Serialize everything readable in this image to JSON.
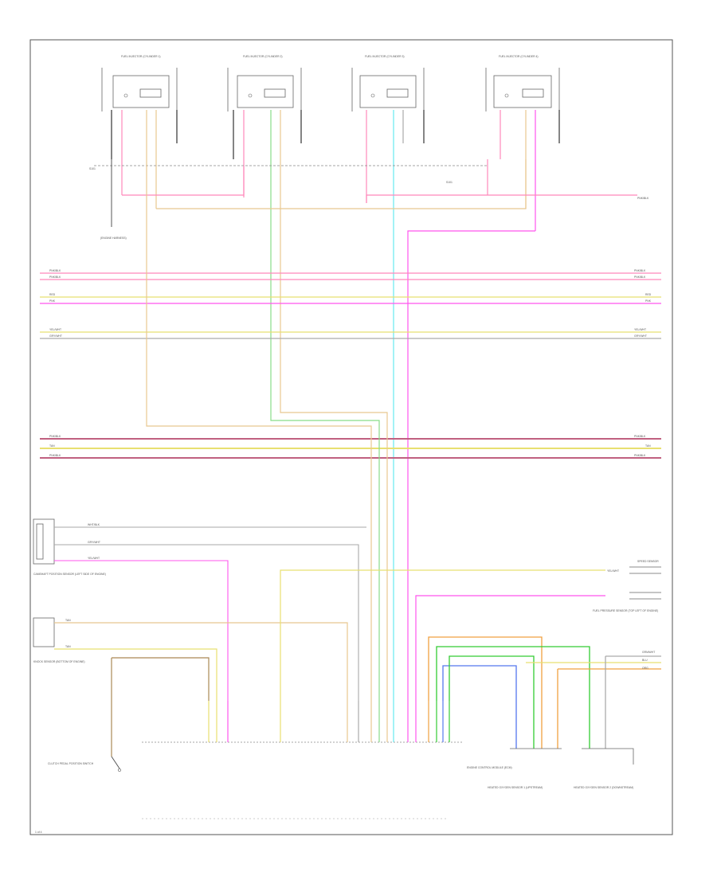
{
  "colors": {
    "pink": "#ff88bb",
    "crimson": "#c06080",
    "yellow": "#e8e070",
    "tan": "#e8c890",
    "magenta": "#ff55ee",
    "lightgreen": "#88dd88",
    "green": "#33cc33",
    "cyan": "#66e8f0",
    "orange": "#f0a040",
    "blue": "#5577ee",
    "brown": "#aa8855",
    "gray": "#aaaaaa",
    "black": "#333333"
  },
  "components": {
    "injector_1": "FUEL INJECTOR (CYLINDER 1)",
    "injector_2": "FUEL INJECTOR (CYLINDER 2)",
    "injector_3": "FUEL INJECTOR (CYLINDER 3)",
    "injector_4": "FUEL INJECTOR (CYLINDER 4)",
    "splice": "S101",
    "ground_note": "(ENGINE HARNESS)",
    "sensor_left_upper": "CAMSHAFT POSITION SENSOR (LEFT SIDE OF ENGINE)",
    "sensor_left_mid": "KNOCK SENSOR (BOTTOM OF ENGINE)",
    "switch_left": "CLUTCH PEDAL POSITION SWITCH",
    "ecm": "ENGINE CONTROL MODULE (ECM)",
    "right_sensor_upper": "SPEED SENSOR",
    "right_sensor_mid": "FUEL PRESSURE SENSOR (TOP LEFT OF ENGINE)",
    "o2_upstream": "HEATED OXYGEN SENSOR 1 (UPSTREAM)",
    "o2_downstream": "HEATED OXYGEN SENSOR 2 (DOWNSTREAM)"
  },
  "wire_labels": {
    "pnk_blk": "PNK/BLK",
    "red": "RED",
    "pnk": "PNK",
    "yel_wht": "YEL/WHT",
    "gry_wht": "GRY/WHT",
    "tan": "TAN",
    "wht_blk": "WHT/BLK",
    "grn_wht": "GRN/WHT",
    "blu": "BLU",
    "org": "ORG"
  },
  "page_ref": "1 of 4"
}
